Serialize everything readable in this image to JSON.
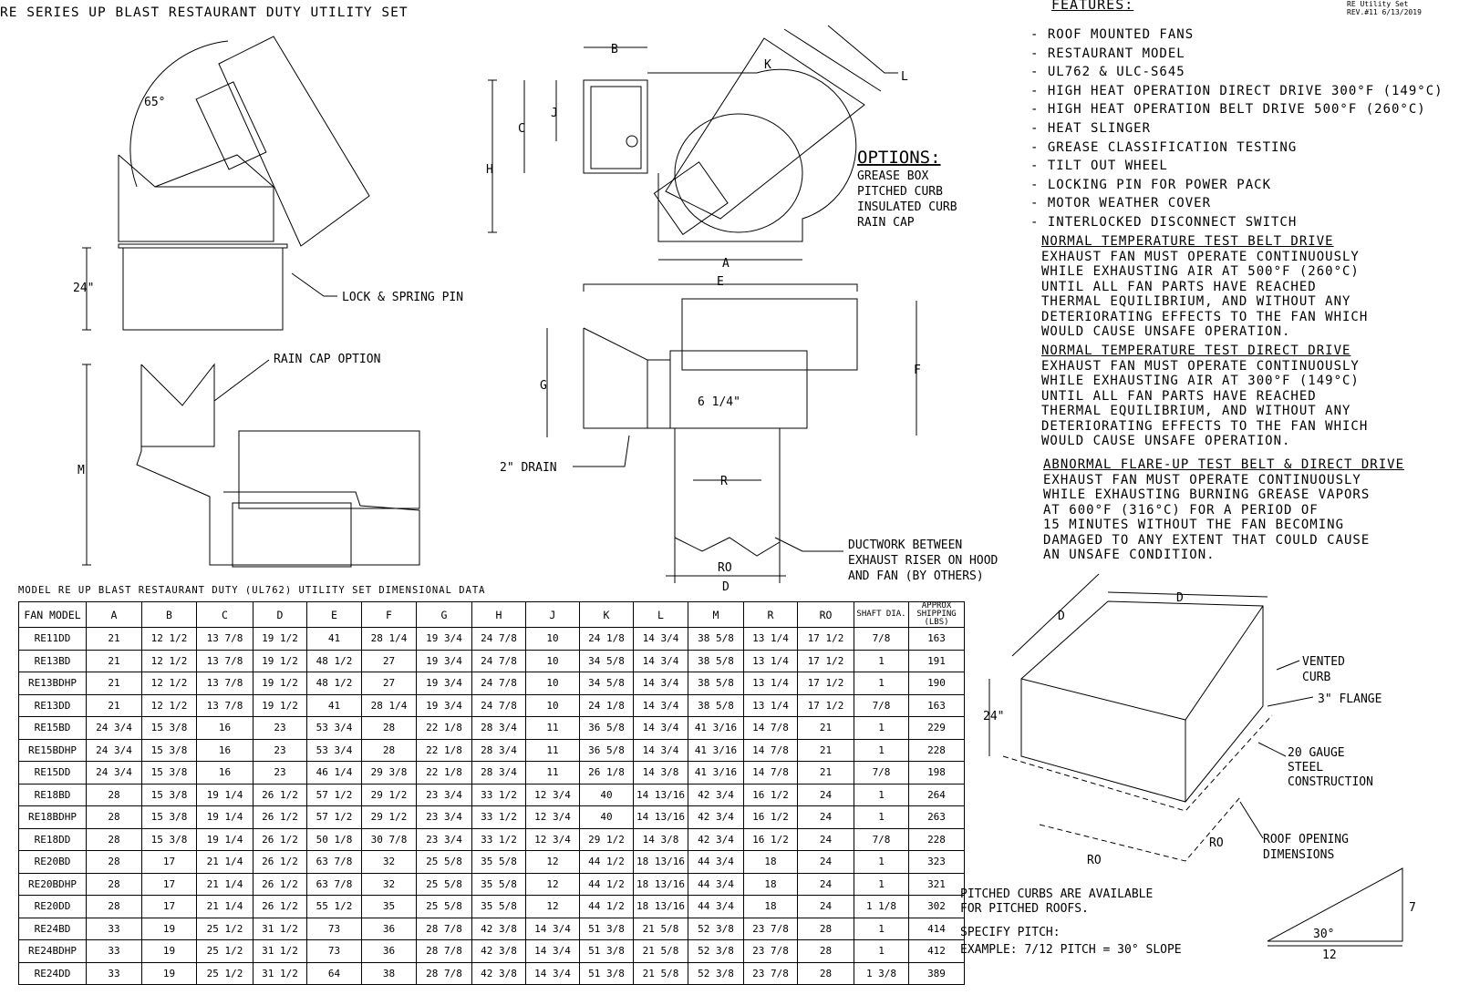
{
  "title": "RE SERIES UP BLAST RESTAURANT DUTY UTILITY SET",
  "rev_block": {
    "line1": "RE Utility Set",
    "line2": "REV.#11 6/13/2019"
  },
  "features": {
    "heading": "FEATURES:",
    "items": [
      "- ROOF MOUNTED FANS",
      "- RESTAURANT MODEL",
      "- UL762 & ULC-S645",
      "- HIGH HEAT OPERATION DIRECT DRIVE 300°F (149°C)",
      "- HIGH HEAT OPERATION BELT DRIVE 500°F (260°C)",
      "- HEAT SLINGER",
      "- GREASE CLASSIFICATION TESTING",
      "- TILT OUT WHEEL",
      "- LOCKING PIN FOR POWER PACK",
      "- MOTOR WEATHER COVER",
      "- INTERLOCKED DISCONNECT SWITCH"
    ]
  },
  "tests": [
    {
      "heading": "NORMAL TEMPERATURE TEST BELT DRIVE",
      "lines": [
        "EXHAUST FAN MUST OPERATE CONTINUOUSLY",
        "WHILE EXHAUSTING AIR AT 500°F (260°C)",
        "UNTIL ALL FAN PARTS HAVE REACHED",
        "THERMAL EQUILIBRIUM, AND WITHOUT ANY",
        "DETERIORATING EFFECTS TO THE FAN WHICH",
        "WOULD CAUSE UNSAFE OPERATION."
      ]
    },
    {
      "heading": "NORMAL TEMPERATURE TEST DIRECT DRIVE",
      "lines": [
        "EXHAUST FAN MUST OPERATE CONTINUOUSLY",
        "WHILE EXHAUSTING AIR AT 300°F (149°C)",
        "UNTIL ALL FAN PARTS HAVE REACHED",
        "THERMAL EQUILIBRIUM, AND WITHOUT ANY",
        "DETERIORATING EFFECTS TO THE FAN WHICH",
        "WOULD CAUSE UNSAFE OPERATION."
      ]
    },
    {
      "heading": "ABNORMAL FLARE-UP TEST BELT & DIRECT DRIVE",
      "lines": [
        "EXHAUST FAN MUST OPERATE CONTINUOUSLY",
        "WHILE EXHAUSTING BURNING GREASE VAPORS",
        "AT 600°F (316°C) FOR A PERIOD OF",
        "15 MINUTES WITHOUT THE FAN BECOMING",
        "DAMAGED TO ANY EXTENT THAT COULD CAUSE",
        "AN UNSAFE CONDITION."
      ]
    }
  ],
  "options": {
    "heading": "OPTIONS:",
    "items": [
      "GREASE BOX",
      "PITCHED CURB",
      "INSULATED CURB",
      "RAIN CAP"
    ]
  },
  "labels": {
    "angle": "65°",
    "curb_height": "24\"",
    "lock_pin": "LOCK & SPRING PIN",
    "rain_cap": "RAIN CAP OPTION",
    "m": "M",
    "a": "A",
    "b": "B",
    "c": "C",
    "h": "H",
    "j": "J",
    "k": "K",
    "l": "L",
    "e": "E",
    "f": "F",
    "g": "G",
    "r": "R",
    "ro": "RO",
    "d": "D",
    "six": "6 1/4\"",
    "drain": "2\" DRAIN",
    "ductwork": [
      "DUCTWORK BETWEEN",
      "EXHAUST RISER ON HOOD",
      "AND FAN (BY OTHERS)"
    ]
  },
  "curb": {
    "vented": [
      "VENTED",
      "CURB"
    ],
    "flange": "3\" FLANGE",
    "gauge": [
      "20 GAUGE",
      "STEEL",
      "CONSTRUCTION"
    ],
    "roof_opening": [
      "ROOF OPENING",
      "DIMENSIONS"
    ],
    "height": "24\"",
    "d": "D",
    "ro": "RO"
  },
  "pitch": {
    "lines": [
      "PITCHED CURBS ARE AVAILABLE",
      "FOR PITCHED ROOFS."
    ],
    "specify": "SPECIFY PITCH:",
    "example": "EXAMPLE: 7/12 PITCH = 30° SLOPE",
    "rise": "7",
    "run": "12",
    "angle": "30°"
  },
  "table": {
    "caption": "MODEL RE UP BLAST RESTAURANT DUTY (UL762) UTILITY SET DIMENSIONAL DATA",
    "headers": [
      "FAN MODEL",
      "A",
      "B",
      "C",
      "D",
      "E",
      "F",
      "G",
      "H",
      "J",
      "K",
      "L",
      "M",
      "R",
      "RO",
      "SHAFT DIA.",
      "APPROX SHIPPING (LBS)"
    ],
    "rows": [
      [
        "RE11DD",
        "21",
        "12 1/2",
        "13 7/8",
        "19 1/2",
        "41",
        "28 1/4",
        "19 3/4",
        "24 7/8",
        "10",
        "24 1/8",
        "14 3/4",
        "38 5/8",
        "13 1/4",
        "17 1/2",
        "7/8",
        "163"
      ],
      [
        "RE13BD",
        "21",
        "12 1/2",
        "13 7/8",
        "19 1/2",
        "48 1/2",
        "27",
        "19 3/4",
        "24 7/8",
        "10",
        "34 5/8",
        "14 3/4",
        "38 5/8",
        "13 1/4",
        "17 1/2",
        "1",
        "191"
      ],
      [
        "RE13BDHP",
        "21",
        "12 1/2",
        "13 7/8",
        "19 1/2",
        "48 1/2",
        "27",
        "19 3/4",
        "24 7/8",
        "10",
        "34 5/8",
        "14 3/4",
        "38 5/8",
        "13 1/4",
        "17 1/2",
        "1",
        "190"
      ],
      [
        "RE13DD",
        "21",
        "12 1/2",
        "13 7/8",
        "19 1/2",
        "41",
        "28 1/4",
        "19 3/4",
        "24 7/8",
        "10",
        "24 1/8",
        "14 3/4",
        "38 5/8",
        "13 1/4",
        "17 1/2",
        "7/8",
        "163"
      ],
      [
        "RE15BD",
        "24 3/4",
        "15 3/8",
        "16",
        "23",
        "53 3/4",
        "28",
        "22 1/8",
        "28 3/4",
        "11",
        "36 5/8",
        "14 3/4",
        "41 3/16",
        "14 7/8",
        "21",
        "1",
        "229"
      ],
      [
        "RE15BDHP",
        "24 3/4",
        "15 3/8",
        "16",
        "23",
        "53 3/4",
        "28",
        "22 1/8",
        "28 3/4",
        "11",
        "36 5/8",
        "14 3/4",
        "41 3/16",
        "14 7/8",
        "21",
        "1",
        "228"
      ],
      [
        "RE15DD",
        "24 3/4",
        "15 3/8",
        "16",
        "23",
        "46 1/4",
        "29 3/8",
        "22 1/8",
        "28 3/4",
        "11",
        "26 1/8",
        "14 3/8",
        "41 3/16",
        "14 7/8",
        "21",
        "7/8",
        "198"
      ],
      [
        "RE18BD",
        "28",
        "15 3/8",
        "19 1/4",
        "26 1/2",
        "57 1/2",
        "29 1/2",
        "23 3/4",
        "33 1/2",
        "12 3/4",
        "40",
        "14 13/16",
        "42 3/4",
        "16 1/2",
        "24",
        "1",
        "264"
      ],
      [
        "RE18BDHP",
        "28",
        "15 3/8",
        "19 1/4",
        "26 1/2",
        "57 1/2",
        "29 1/2",
        "23 3/4",
        "33 1/2",
        "12 3/4",
        "40",
        "14 13/16",
        "42 3/4",
        "16 1/2",
        "24",
        "1",
        "263"
      ],
      [
        "RE18DD",
        "28",
        "15 3/8",
        "19 1/4",
        "26 1/2",
        "50 1/8",
        "30 7/8",
        "23 3/4",
        "33 1/2",
        "12 3/4",
        "29 1/2",
        "14 3/8",
        "42 3/4",
        "16 1/2",
        "24",
        "7/8",
        "228"
      ],
      [
        "RE20BD",
        "28",
        "17",
        "21 1/4",
        "26 1/2",
        "63 7/8",
        "32",
        "25 5/8",
        "35 5/8",
        "12",
        "44 1/2",
        "18 13/16",
        "44 3/4",
        "18",
        "24",
        "1",
        "323"
      ],
      [
        "RE20BDHP",
        "28",
        "17",
        "21 1/4",
        "26 1/2",
        "63 7/8",
        "32",
        "25 5/8",
        "35 5/8",
        "12",
        "44 1/2",
        "18 13/16",
        "44 3/4",
        "18",
        "24",
        "1",
        "321"
      ],
      [
        "RE20DD",
        "28",
        "17",
        "21 1/4",
        "26 1/2",
        "55 1/2",
        "35",
        "25 5/8",
        "35 5/8",
        "12",
        "44 1/2",
        "18 13/16",
        "44 3/4",
        "18",
        "24",
        "1 1/8",
        "302"
      ],
      [
        "RE24BD",
        "33",
        "19",
        "25 1/2",
        "31 1/2",
        "73",
        "36",
        "28 7/8",
        "42 3/8",
        "14 3/4",
        "51 3/8",
        "21 5/8",
        "52 3/8",
        "23 7/8",
        "28",
        "1",
        "414"
      ],
      [
        "RE24BDHP",
        "33",
        "19",
        "25 1/2",
        "31 1/2",
        "73",
        "36",
        "28 7/8",
        "42 3/8",
        "14 3/4",
        "51 3/8",
        "21 5/8",
        "52 3/8",
        "23 7/8",
        "28",
        "1",
        "412"
      ],
      [
        "RE24DD",
        "33",
        "19",
        "25 1/2",
        "31 1/2",
        "64",
        "38",
        "28 7/8",
        "42 3/8",
        "14 3/4",
        "51 3/8",
        "21 5/8",
        "52 3/8",
        "23 7/8",
        "28",
        "1 3/8",
        "389"
      ]
    ]
  }
}
